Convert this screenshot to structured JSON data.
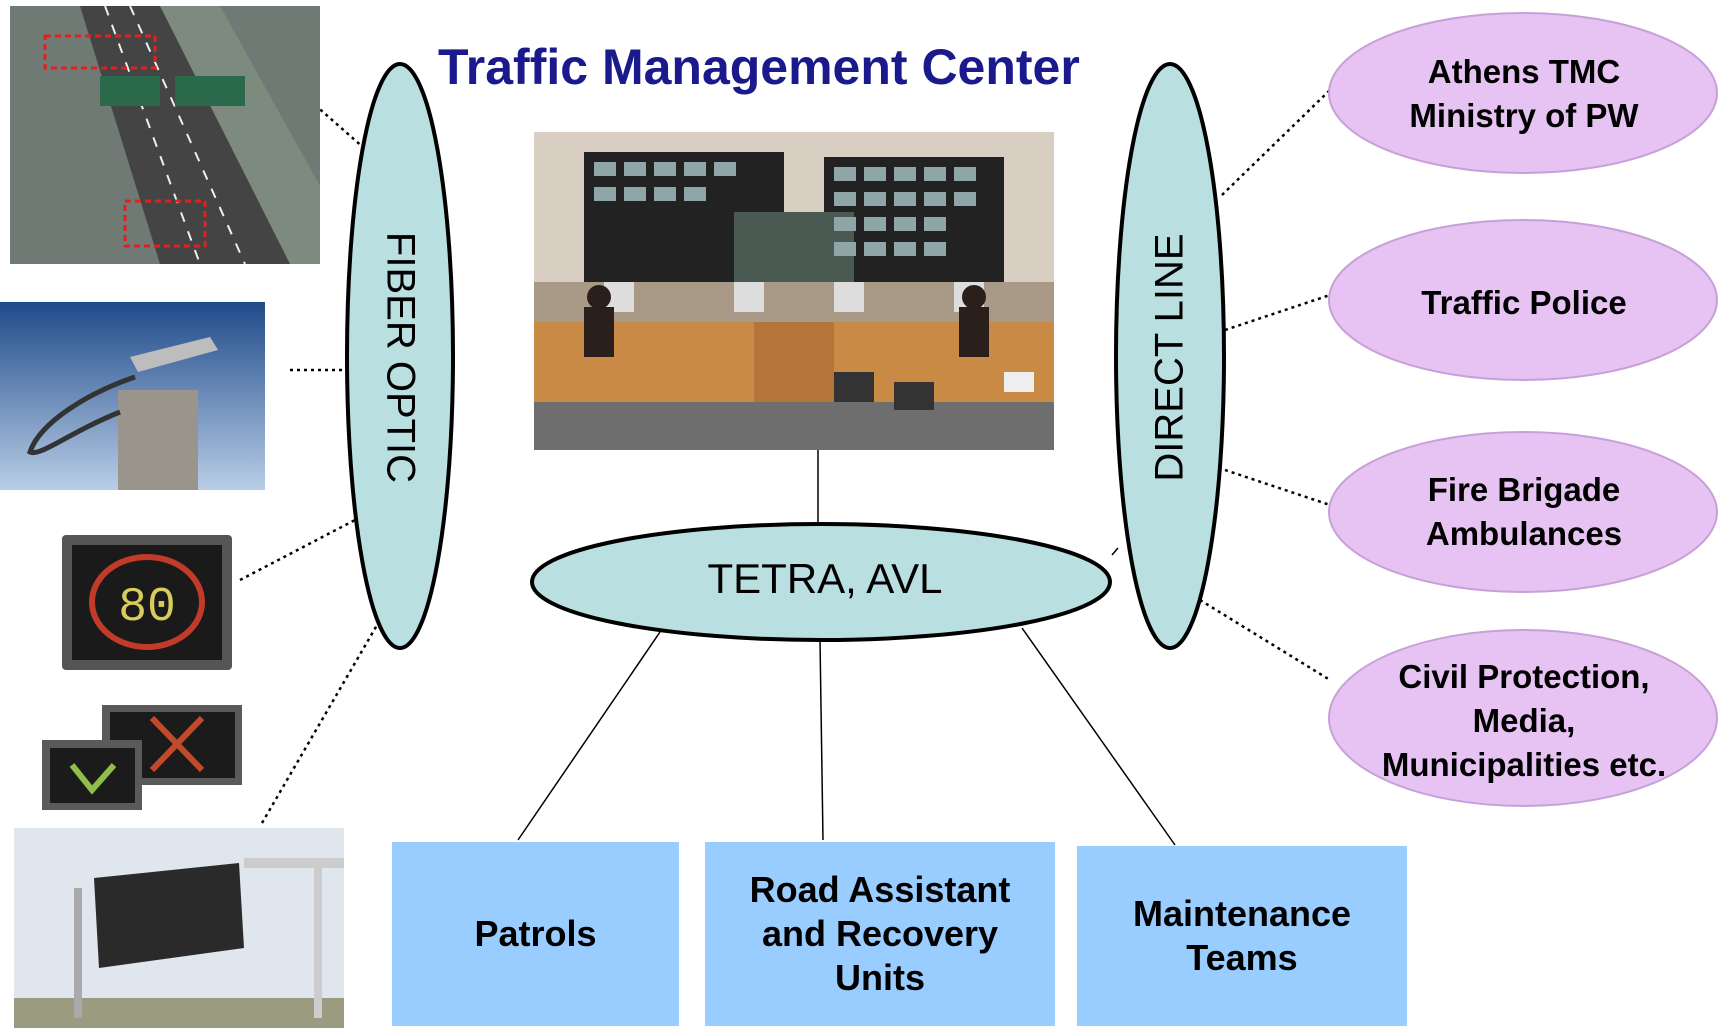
{
  "title": "Traffic Management Center",
  "links": {
    "left_bus": "FIBER OPTIC",
    "right_bus": "DIRECT LINE",
    "radio": "TETRA, AVL"
  },
  "external_agencies": [
    {
      "line1": "Athens TMC",
      "line2": "Ministry of PW",
      "line3": ""
    },
    {
      "line1": "Traffic Police",
      "line2": "",
      "line3": ""
    },
    {
      "line1": "Fire Brigade",
      "line2": "Ambulances",
      "line3": ""
    },
    {
      "line1": "Civil Protection,",
      "line2": "Media,",
      "line3": "Municipalities etc."
    }
  ],
  "field_units": [
    {
      "line1": "Patrols",
      "line2": "",
      "line3": ""
    },
    {
      "line1": "Road Assistant",
      "line2": "and Recovery",
      "line3": "Units"
    },
    {
      "line1": "Maintenance",
      "line2": "Teams",
      "line3": ""
    }
  ],
  "sign_digits": "80",
  "colors": {
    "title": "#1a1a8c",
    "bus_fill": "#b9dfe0",
    "agency_fill": "#e6c3f2",
    "unit_fill": "#99ccff"
  }
}
